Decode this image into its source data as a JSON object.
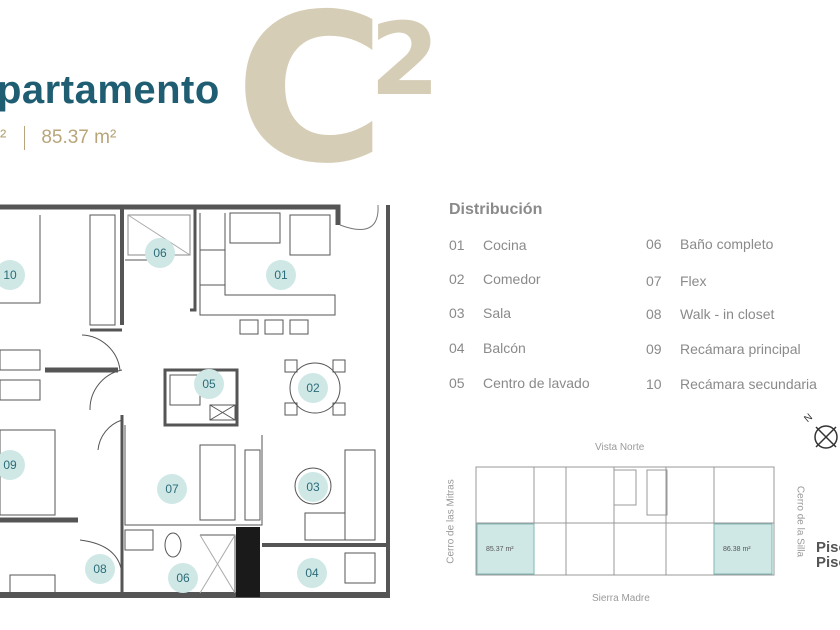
{
  "header": {
    "model_letter": "C",
    "model_superscript": "2",
    "title": "partamento",
    "area_cut": "²",
    "area": "85.37 m²"
  },
  "distribution": {
    "title": "Distribución",
    "items": [
      {
        "num": "01",
        "label": "Cocina"
      },
      {
        "num": "02",
        "label": "Comedor"
      },
      {
        "num": "03",
        "label": "Sala"
      },
      {
        "num": "04",
        "label": "Balcón"
      },
      {
        "num": "05",
        "label": "Centro de lavado"
      },
      {
        "num": "06",
        "label": "Baño completo"
      },
      {
        "num": "07",
        "label": "Flex"
      },
      {
        "num": "08",
        "label": "Walk - in closet"
      },
      {
        "num": "09",
        "label": "Recámara principal"
      },
      {
        "num": "10",
        "label": "Recámara secundaria"
      }
    ]
  },
  "floorplan": {
    "room_labels": [
      "10",
      "06",
      "01",
      "05",
      "02",
      "09",
      "07",
      "03",
      "08",
      "06",
      "04"
    ]
  },
  "keyplan": {
    "north": "Vista Norte",
    "south": "Sierra Madre",
    "west": "Cerro de las Mitras",
    "east": "Cerro de la Silla",
    "unit_left": "85.37 m²",
    "unit_right": "86.38 m²",
    "compass_letter": "N",
    "floor_text_1": "Piso",
    "floor_text_2": "Piso"
  },
  "colors": {
    "title": "#1f5d73",
    "accent_gold": "#d6cdb6",
    "room_label_bg": "#cfe8e6",
    "highlight_unit": "#cfe8e6"
  }
}
